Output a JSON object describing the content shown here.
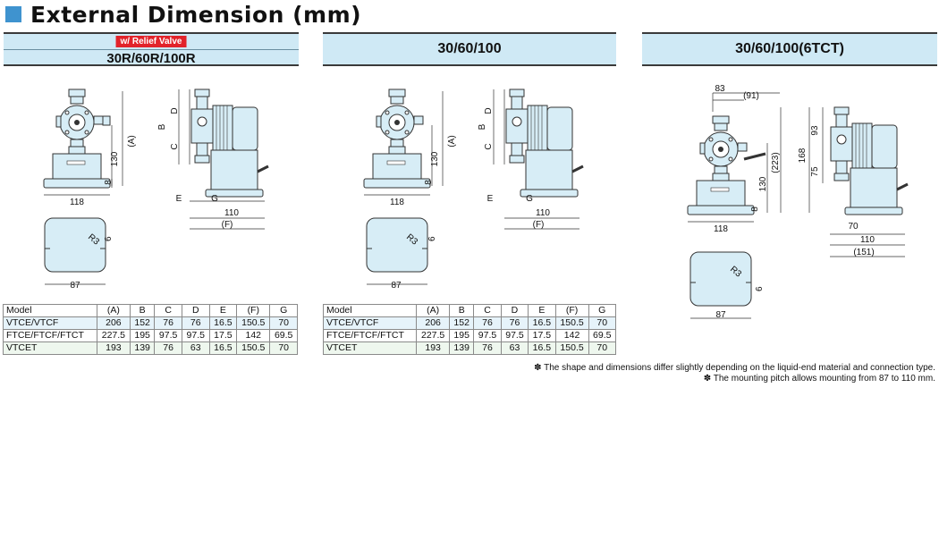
{
  "page": {
    "title": "External Dimension (mm)"
  },
  "sections": [
    {
      "badge": "w/ Relief Valve",
      "label": "30R/60R/100R"
    },
    {
      "label": "30/60/100"
    },
    {
      "label": "30/60/100(6TCT)"
    }
  ],
  "dims": {
    "A": "(A)",
    "B": "B",
    "C": "C",
    "D": "D",
    "E": "E",
    "F": "(F)",
    "G": "G",
    "w118": "118",
    "h130": "130",
    "h8": "8",
    "w110": "110",
    "r3": "R3",
    "d6": "6",
    "w87": "87",
    "w83": "83",
    "w91": "(91)",
    "h223": "(223)",
    "h168": "168",
    "h93": "93",
    "h75": "75",
    "w70": "70",
    "w151": "(151)"
  },
  "table": {
    "headers": [
      "Model",
      "(A)",
      "B",
      "C",
      "D",
      "E",
      "(F)",
      "G"
    ],
    "rows": [
      [
        "VTCE/VTCF",
        "206",
        "152",
        "76",
        "76",
        "16.5",
        "150.5",
        "70"
      ],
      [
        "FTCE/FTCF/FTCT",
        "227.5",
        "195",
        "97.5",
        "97.5",
        "17.5",
        "142",
        "69.5"
      ],
      [
        "VTCET",
        "193",
        "139",
        "76",
        "63",
        "16.5",
        "150.5",
        "70"
      ]
    ]
  },
  "notes": [
    "✽ The shape and dimensions differ slightly depending on the liquid-end material and connection type.",
    "✽ The mounting pitch allows mounting from 87 to 110 mm."
  ],
  "colors": {
    "accent": "#3f93cf",
    "header_fill": "#cfe9f5",
    "badge": "#e2232a",
    "part_fill": "#d7edf6"
  }
}
